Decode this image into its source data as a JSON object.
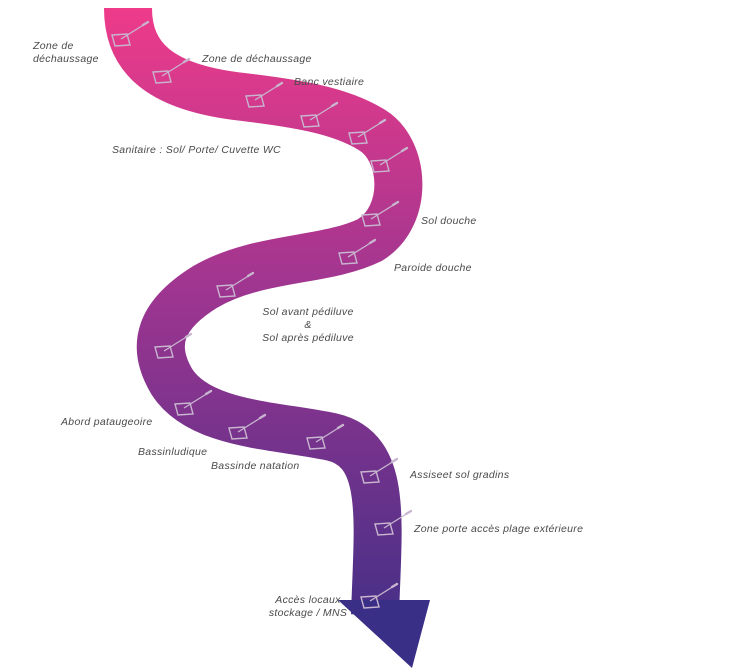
{
  "colors": {
    "gradient_top": "#ee3b8a",
    "gradient_mid": "#9a3590",
    "gradient_bottom": "#3a2f86",
    "label_text": "#4a4a4a",
    "icon_stroke": "#b9a5c4"
  },
  "icon_name": "floor-scrubber-icon",
  "labels": {
    "zone_dechaussage_1_line1": "Zone de",
    "zone_dechaussage_1_line2": "déchaussage",
    "zone_dechaussage_2": "Zone de déchaussage",
    "banc_vestiaire": "Banc vestiaire",
    "sanitaire": "Sanitaire : Sol/ Porte/ Cuvette WC",
    "sol_douche": "Sol douche",
    "paroi_douche": "Paroide douche",
    "pediluve_line1": "Sol avant pédiluve",
    "pediluve_line2": "&",
    "pediluve_line3": "Sol après pédiluve",
    "abord_pataugeoire": "Abord pataugeoire",
    "bassin_ludique": "Bassinludique",
    "bassin_natation": "Bassinde natation",
    "assise_gradins": "Assiseet sol gradins",
    "zone_porte": "Zone porte accès plage extérieure",
    "acces_locaux_line1": "Accès locaux",
    "acces_locaux_line2": "stockage / MNS"
  }
}
